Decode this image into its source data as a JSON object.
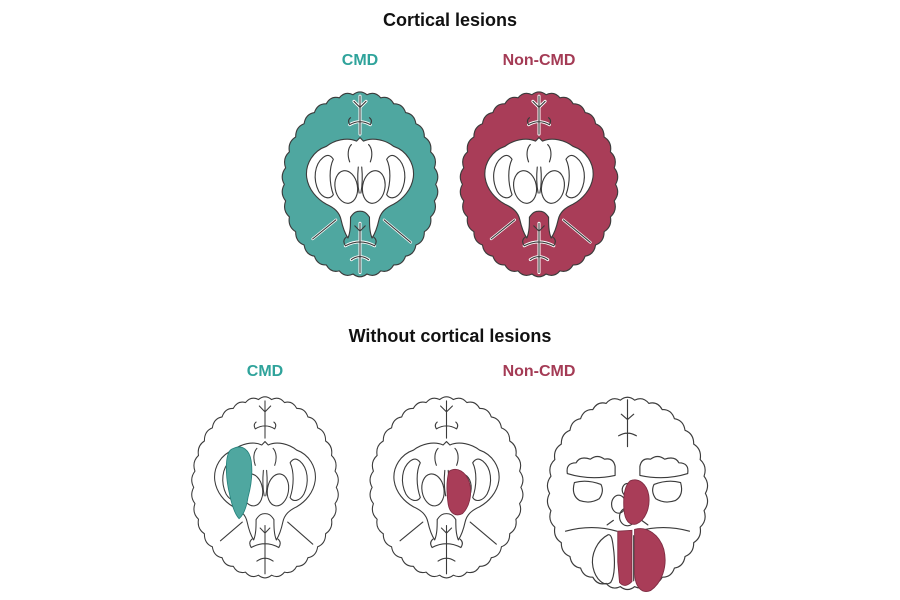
{
  "page": {
    "background": "#ffffff"
  },
  "colors": {
    "cmd_label": "#2FA39B",
    "cmd_fill": "#4FA7A0",
    "noncmd_label": "#A43B55",
    "noncmd_fill": "#A93D58",
    "outline": "#3B3B3B"
  },
  "sections": [
    {
      "id": "cortical-lesions",
      "title": "Cortical lesions",
      "panels": [
        {
          "label": "CMD",
          "views": [
            "axial-brain-fully-shaded-teal"
          ]
        },
        {
          "label": "Non-CMD",
          "views": [
            "axial-brain-fully-shaded-red"
          ]
        }
      ]
    },
    {
      "id": "without-cortical-lesions",
      "title": "Without cortical lesions",
      "panels": [
        {
          "label": "CMD",
          "views": [
            "axial-brain-outline-with-left-deep-lesion"
          ]
        },
        {
          "label": "Non-CMD",
          "views": [
            "axial-brain-outline-with-right-thalamic-lesion",
            "posterior-fossa-outline-with-midbrain-and-right-cerebellar-lesion"
          ]
        }
      ]
    }
  ]
}
